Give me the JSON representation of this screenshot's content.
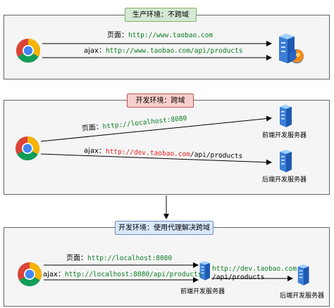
{
  "panels": [
    {
      "title": "生产环境：不跨域"
    },
    {
      "title": "开发环境：跨域"
    },
    {
      "title": "开发环境：使用代理解决跨域"
    }
  ],
  "p1": {
    "page_prefix": "页面：",
    "page_url": "http://www.taobao.com",
    "ajax_prefix": "ajax：",
    "ajax_url": "http://www.taobao.com/api/products"
  },
  "p2": {
    "page_prefix": "页面：",
    "page_url": "http://localhost:8080",
    "ajax_prefix": "ajax：",
    "ajax_url_host": "http://dev.taobao.com",
    "ajax_url_path": "/api/products",
    "front_server": "前端开发服务器",
    "back_server": "后端开发服务器"
  },
  "p3": {
    "page_prefix": "页面：",
    "page_url": "http://localhost:8080",
    "ajax_prefix": "ajax：",
    "ajax_url": "http://localhost:8080/api/products",
    "proxy_url_1": "http://dev.taobao.com",
    "proxy_url_2": "/api/products",
    "front_server": "前端开发服务器",
    "back_server": "后端开发服务器"
  },
  "colors": {
    "url_green": "#0a7d24",
    "url_red": "#e0201b",
    "panel_bg": "#f5f5f5"
  },
  "icons": [
    "chrome-icon",
    "server-icon",
    "firefox-server-icon"
  ]
}
